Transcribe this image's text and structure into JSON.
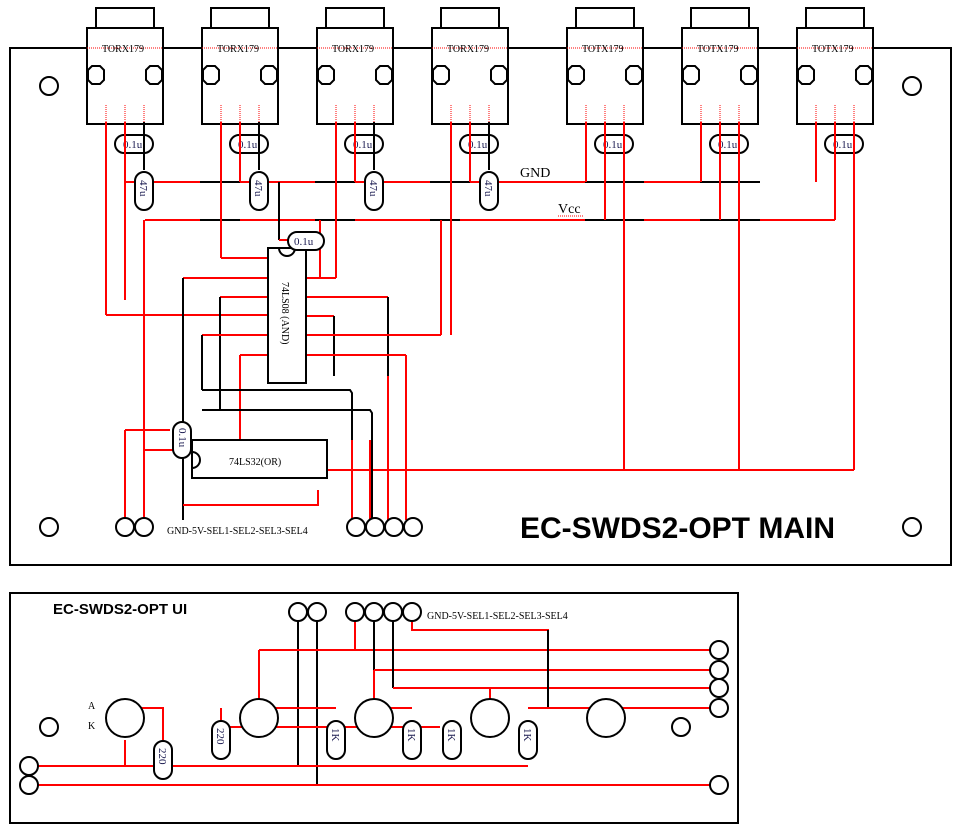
{
  "main_board": {
    "title": "EC-SWDS2-OPT MAIN",
    "receivers": [
      "TORX179",
      "TORX179",
      "TORX179",
      "TORX179"
    ],
    "transmitters": [
      "TOTX179",
      "TOTX179",
      "TOTX179"
    ],
    "decoupling_cap": "0.1u",
    "electrolytic_cap": "47u",
    "net_gnd": "GND",
    "net_vcc": "Vcc",
    "and_ic": "74LS08 (AND)",
    "and_ic_cap": "0.1u",
    "or_ic": "74LS32(OR)",
    "or_ic_cap": "0.1u",
    "connector_label": "GND-5V-SEL1-SEL2-SEL3-SEL4"
  },
  "ui_board": {
    "title": "EC-SWDS2-OPT UI",
    "connector_label": "GND-5V-SEL1-SEL2-SEL3-SEL4",
    "led_anode": "A",
    "led_cathode": "K",
    "resistors": [
      "220",
      "220",
      "1K",
      "1K",
      "1K",
      "1K"
    ]
  },
  "colors": {
    "trace_top": "#ff0000",
    "trace_bottom": "#000000"
  }
}
